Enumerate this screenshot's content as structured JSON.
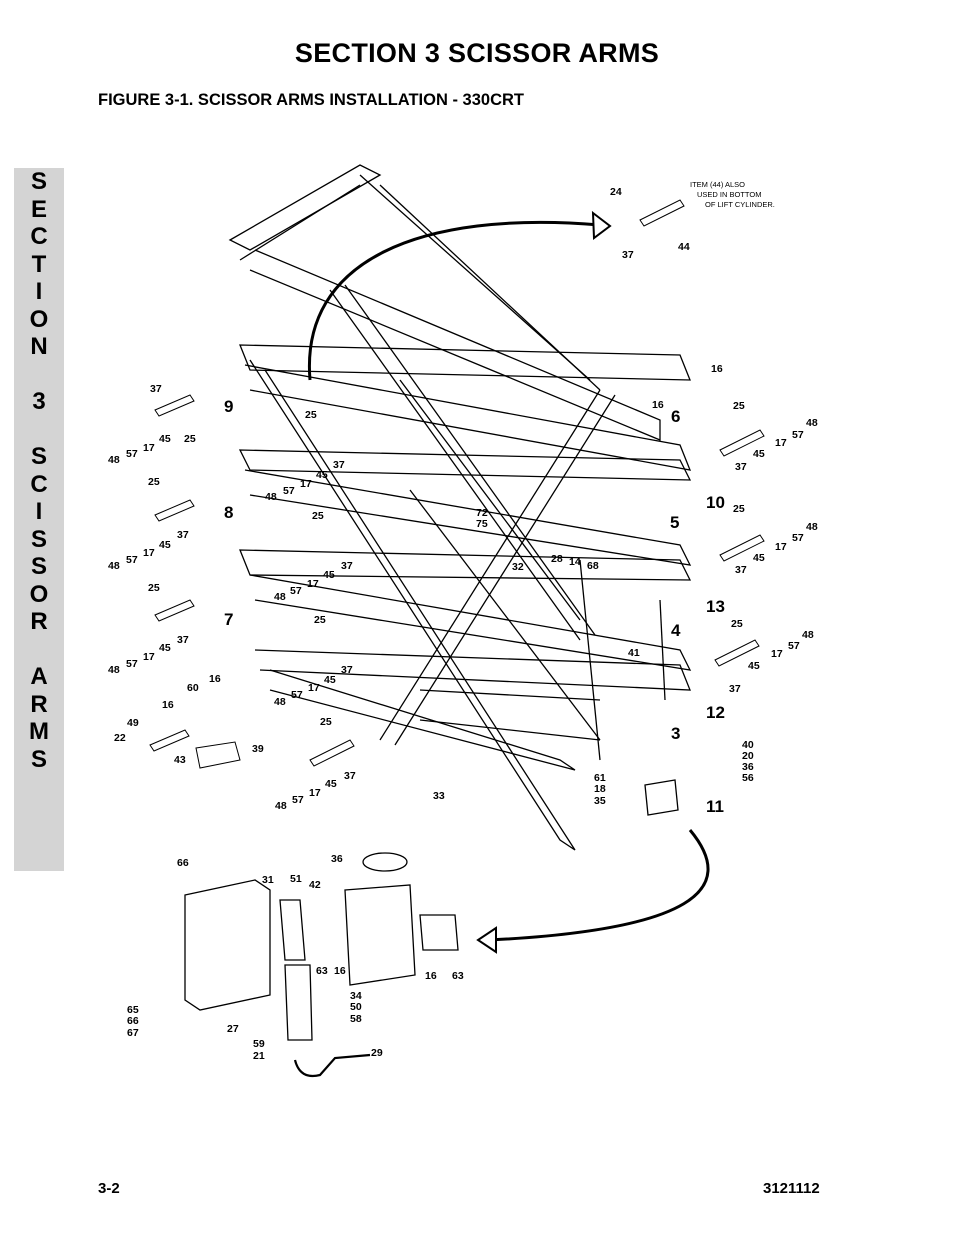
{
  "header": {
    "section_title": "SECTION 3  SCISSOR ARMS",
    "figure_title": "FIGURE 3-1.    SCISSOR ARMS INSTALLATION - 330CRT"
  },
  "side_tab": {
    "letters": [
      "S",
      "E",
      "C",
      "T",
      "I",
      "O",
      "N",
      "",
      "3",
      "",
      "S",
      "C",
      "I",
      "S",
      "S",
      "O",
      "R",
      "",
      "A",
      "R",
      "M",
      "S"
    ]
  },
  "note": {
    "line1": "ITEM (44) ALSO",
    "line2": "USED IN BOTTOM",
    "line3": "OF LIFT CYLINDER."
  },
  "callouts": {
    "arm9": "9",
    "arm8": "8",
    "arm7": "7",
    "arm6": "6",
    "arm10": "10",
    "arm5": "5",
    "arm13": "13",
    "arm4": "4",
    "arm12": "12",
    "arm3": "3",
    "arm11": "11",
    "p24": "24",
    "p37_top": "37",
    "p44": "44",
    "p16_r1a": "16",
    "p16_r1b": "16",
    "p25_r1": "25",
    "p48_r1": "48",
    "p17_r1": "17",
    "p57_r1": "57",
    "p45_r1": "45",
    "p37_r1": "37",
    "p25_r2": "25",
    "p48_r2": "48",
    "p17_r2": "17",
    "p57_r2": "57",
    "p45_r2": "45",
    "p37_r2": "37",
    "p25_r3": "25",
    "p48_r3": "48",
    "p17_r3": "17",
    "p57_r3": "57",
    "p45_r3": "45",
    "p37_r3": "37",
    "p37_l1": "37",
    "p48_l1": "48",
    "p57_l1": "57",
    "p17_l1": "17",
    "p45_l1": "45",
    "p25_l1": "25",
    "p25_l2": "25",
    "p48_l2": "48",
    "p57_l2": "57",
    "p17_l2": "17",
    "p45_l2": "45",
    "p37_l2": "37",
    "p25_l3": "25",
    "p48_l3": "48",
    "p57_l3": "57",
    "p17_l3": "17",
    "p45_l3": "45",
    "p37_l3": "37",
    "p25_c1": "25",
    "p37_c1": "37",
    "p48_c1": "48",
    "p57_c1": "57",
    "p17_c1": "17",
    "p45_c1": "45",
    "p25_c2": "25",
    "p37_c2": "37",
    "p48_c2": "48",
    "p57_c2": "57",
    "p17_c2": "17",
    "p45_c2": "45",
    "p25_c3": "25",
    "p37_c3": "37",
    "p48_c3": "48",
    "p57_c3": "57",
    "p17_c3": "17",
    "p45_c3": "45",
    "p72": "72",
    "p75": "75",
    "p28": "28",
    "p14": "14",
    "p68": "68",
    "p32": "32",
    "p41": "41",
    "p60": "60",
    "p16_b1": "16",
    "p16_b2": "16",
    "p49": "49",
    "p22": "22",
    "p43": "43",
    "p39": "39",
    "p25_b": "25",
    "p37_b": "37",
    "p48_b": "48",
    "p57_b": "57",
    "p17_b": "17",
    "p45_b": "45",
    "p33": "33",
    "p61": "61",
    "p18": "18",
    "p35": "35",
    "p40": "40",
    "p20": "20",
    "p36": "36",
    "p56": "56",
    "p66_top": "66",
    "p31": "31",
    "p51": "51",
    "p42": "42",
    "p36_b": "36",
    "p63_a": "63",
    "p16_c": "16",
    "p16_d": "16",
    "p63_b": "63",
    "p34": "34",
    "p50": "50",
    "p58": "58",
    "p65": "65",
    "p66": "66",
    "p67": "67",
    "p27": "27",
    "p59": "59",
    "p21": "21",
    "p29": "29"
  },
  "footer": {
    "page_number": "3-2",
    "doc_number": "3121112"
  }
}
